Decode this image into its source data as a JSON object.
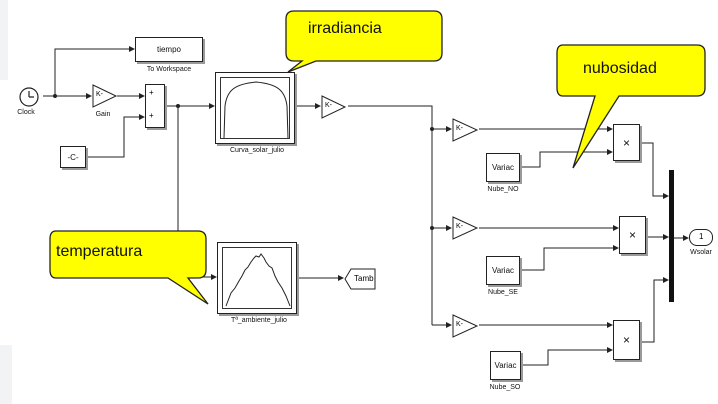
{
  "blocks": {
    "clock_label": "Clock",
    "gain_symbol": "K-",
    "gain_label": "Gain",
    "constant_text": "-C-",
    "tiempo_text": "tiempo",
    "to_workspace_label": "To Workspace",
    "curva_label": "Curva_solar_julio",
    "ambiente_label": "Tª_ambiente_julio",
    "tamb_text": "Tamb",
    "gain2_symbol": "K-",
    "gain_ne_symbol": "K-",
    "gain_se_symbol": "K-",
    "gain_so_symbol": "K-",
    "variac_text": "Variac",
    "nube_no_label": "Nube_NO",
    "nube_se_label": "Nube_SE",
    "nube_so_label": "Nube_SO",
    "product_symbol": "×",
    "outport_number": "1",
    "outport_label": "Wsolar",
    "sum_plus": "+"
  },
  "callouts": {
    "irradiancia": "irradiancia",
    "nubosidad": "nubosidad",
    "temperatura": "temperatura"
  },
  "colors": {
    "callout_fill": "#ffff00",
    "line": "#222222",
    "shadow": "#9a9a9a"
  }
}
